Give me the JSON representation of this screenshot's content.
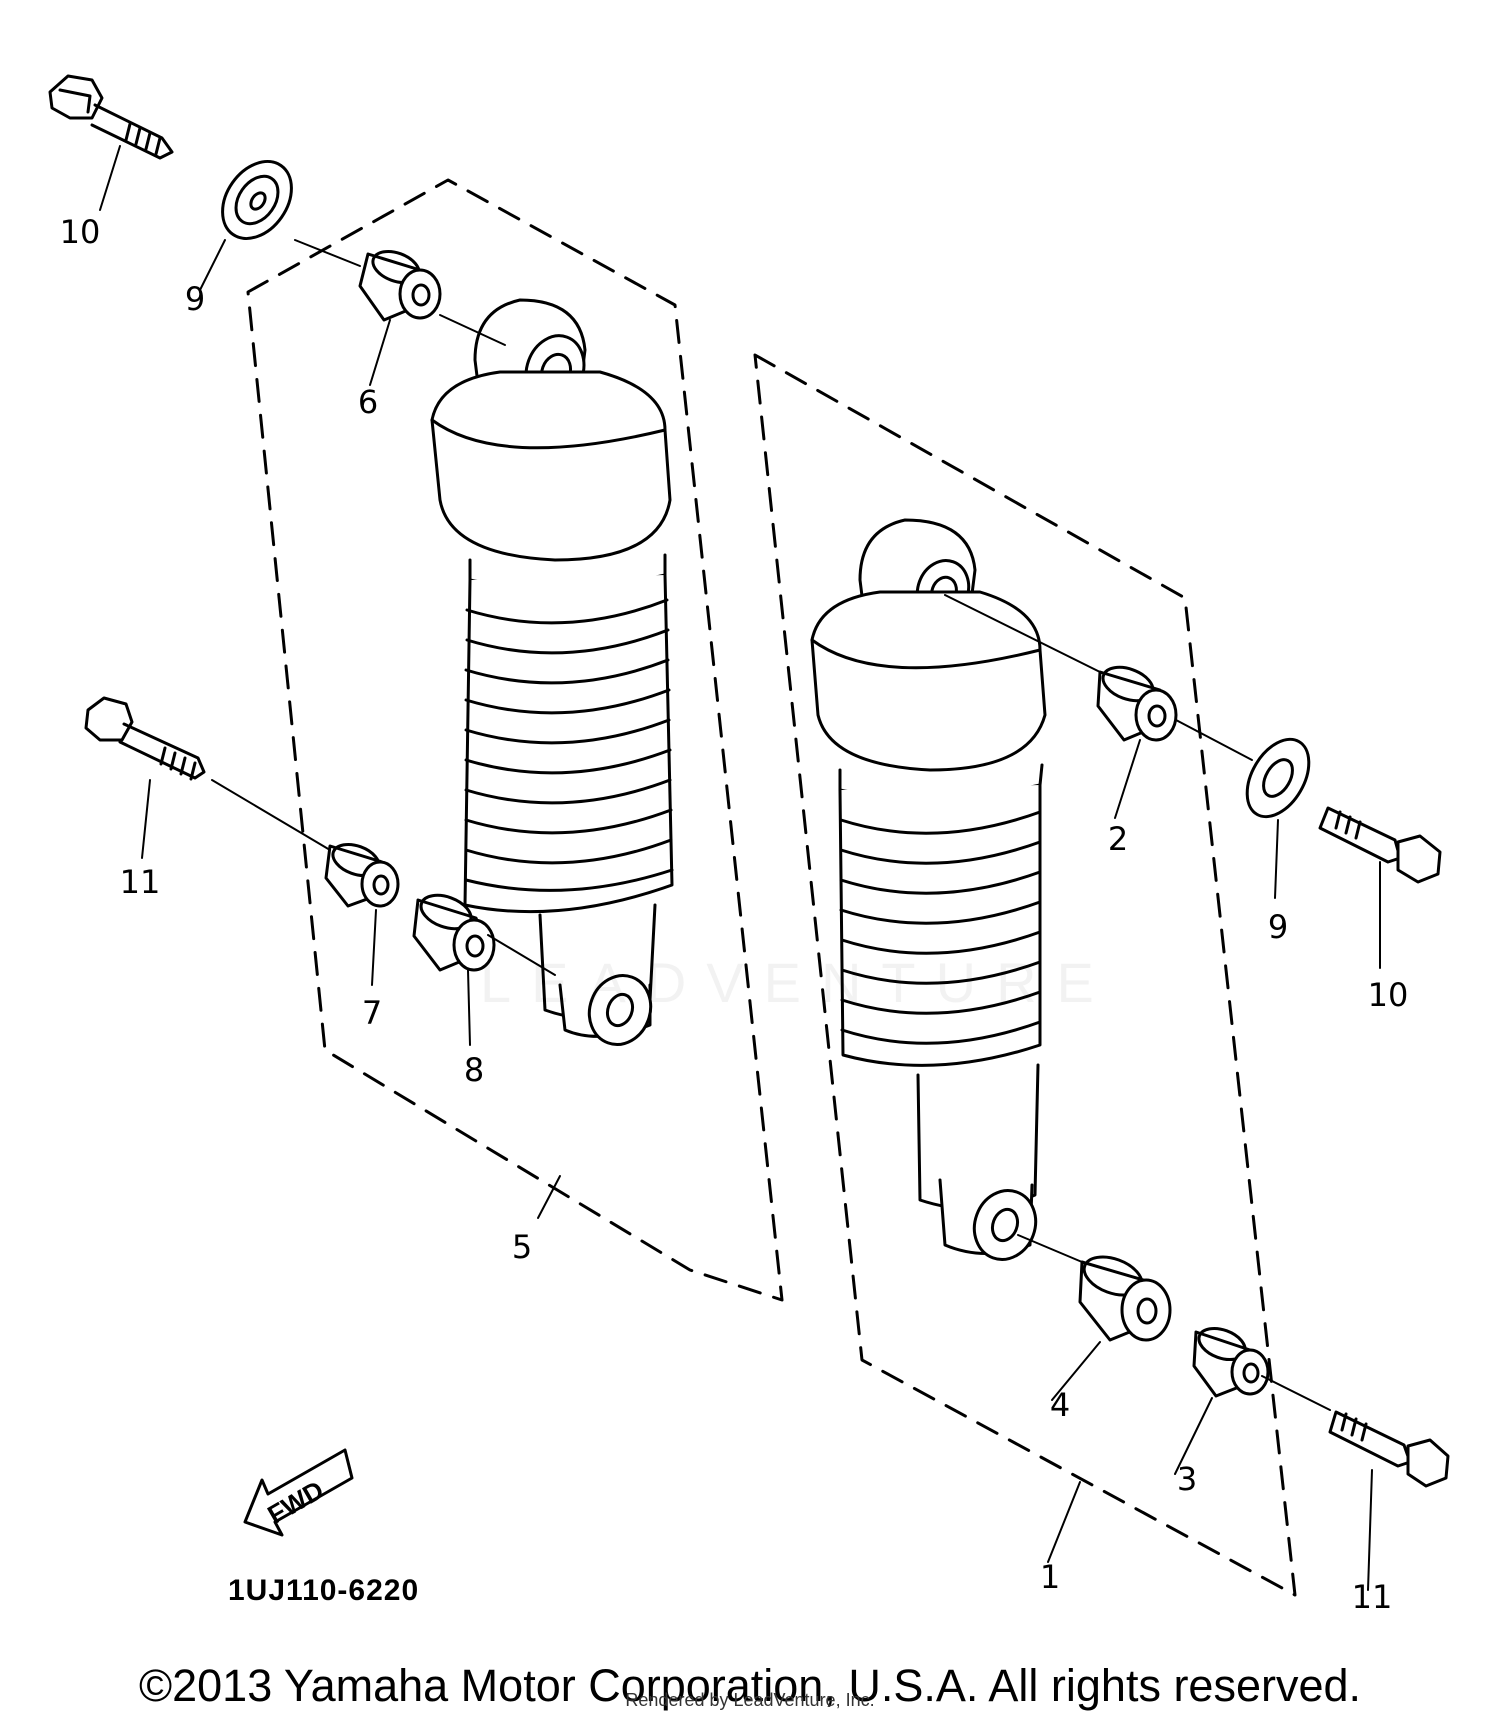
{
  "diagram": {
    "code": "1UJ110-6220",
    "fwd_label": "FWD",
    "labels": {
      "p1": "1",
      "p2": "2",
      "p3": "3",
      "p4": "4",
      "p5": "5",
      "p6": "6",
      "p7": "7",
      "p8": "8",
      "p9_left": "9",
      "p9_right": "9",
      "p10_left": "10",
      "p10_right": "10",
      "p11_left": "11",
      "p11_right": "11"
    }
  },
  "watermark": "LEADVENTURE",
  "footer": {
    "copyright": "©2013 Yamaha Motor Corporation, U.S.A. All rights reserved.",
    "rendered_by": "Rendered by LeadVenture, Inc."
  }
}
